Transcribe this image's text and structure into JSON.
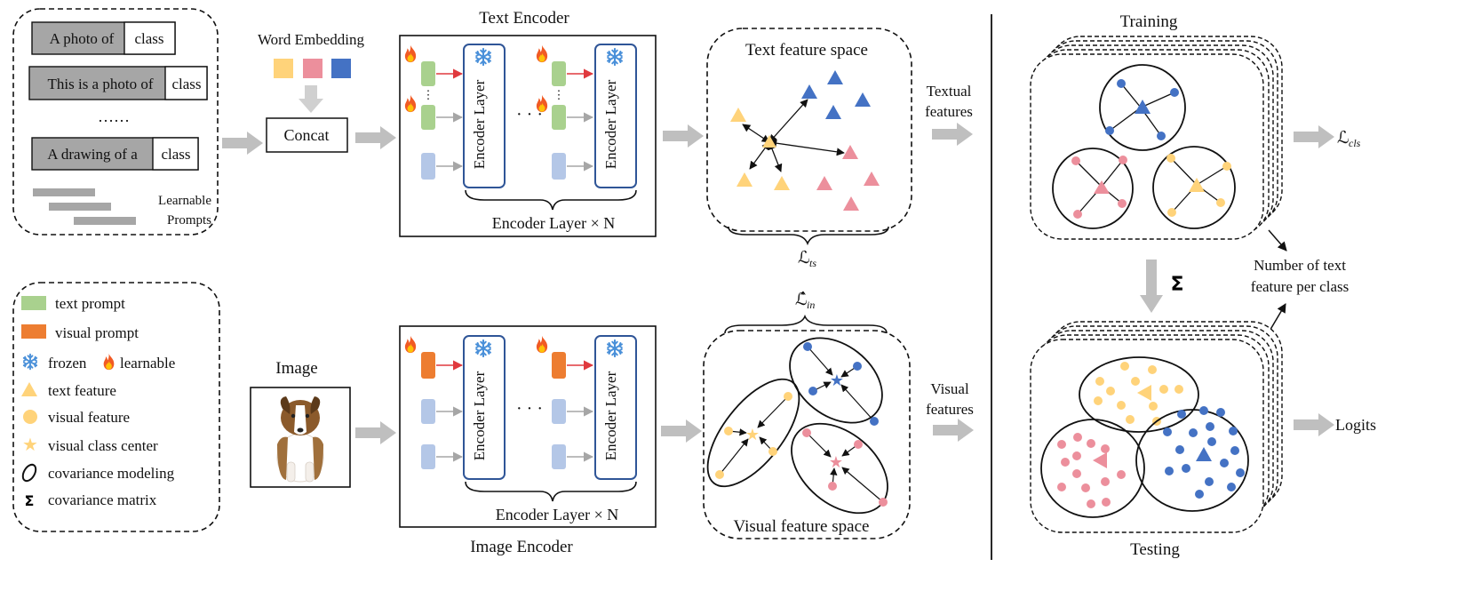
{
  "prompts_box": {
    "prompts": [
      {
        "prefix": "A photo of",
        "suffix": "class"
      },
      {
        "prefix": "This is a photo of",
        "suffix": "class"
      },
      {
        "prefix": "A drawing of  a",
        "suffix": "class"
      }
    ],
    "ellipsis": "……",
    "learnable_line1": "Learnable",
    "learnable_line2": "Prompts"
  },
  "word_embedding": {
    "title": "Word Embedding",
    "concat": "Concat"
  },
  "text_encoder": {
    "title": "Text Encoder",
    "layer_label": "Encoder Layer",
    "repeat_label": "Encoder Layer × N"
  },
  "image_encoder": {
    "title": "Image Encoder",
    "layer_label": "Encoder Layer",
    "repeat_label": "Encoder Layer × N"
  },
  "image_input": {
    "label": "Image"
  },
  "text_space": {
    "title": "Text feature space",
    "loss_main": "ℒ",
    "loss_sub": "ts"
  },
  "visual_space": {
    "title": "Visual feature space",
    "loss_main": "ℒ̂",
    "loss_sub": "in"
  },
  "side_labels": {
    "textual_1": "Textual",
    "textual_2": "features",
    "visual_1": "Visual",
    "visual_2": "features"
  },
  "right_panel": {
    "training": "Training",
    "testing": "Testing",
    "sigma": "Σ",
    "loss_main": "ℒ",
    "loss_sub": "cls",
    "logits": "Logits",
    "num_line1": "Number of text",
    "num_line2": "feature per class"
  },
  "legend": [
    {
      "icon": "green-rect",
      "label": "text prompt"
    },
    {
      "icon": "orange-rect",
      "label": "visual prompt"
    },
    {
      "icon": "snowflake",
      "label": "frozen"
    },
    {
      "icon": "triangle",
      "label": "text feature"
    },
    {
      "icon": "circle",
      "label": "visual feature"
    },
    {
      "icon": "star",
      "label": "visual class center"
    },
    {
      "icon": "ellipse",
      "label": "covariance modeling"
    },
    {
      "icon": "sigma",
      "label": "covariance matrix"
    }
  ],
  "legend_learnable": "learnable",
  "colors": {
    "yellow": "#FFD37A",
    "pink": "#EC8F9C",
    "blue": "#4472C4",
    "green": "#A9D18E",
    "orange": "#ED7D31",
    "light_blue": "#B4C7E7",
    "gray_arrow": "#BFBFBF",
    "red_arrow": "#E0393E"
  }
}
